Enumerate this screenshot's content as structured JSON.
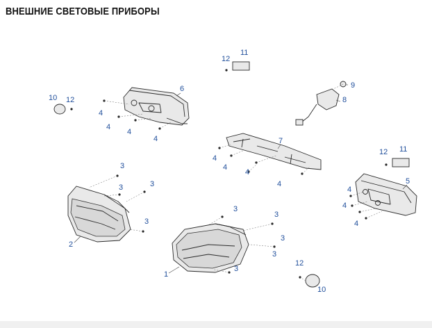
{
  "title": "ВНЕШНИЕ СВЕТОВЫЕ ПРИБОРЫ",
  "callouts": [
    "1",
    "2",
    "3",
    "3",
    "3",
    "3",
    "3",
    "3",
    "3",
    "3",
    "3",
    "4",
    "4",
    "4",
    "4",
    "4",
    "4",
    "4",
    "4",
    "4",
    "4",
    "4",
    "5",
    "6",
    "7",
    "8",
    "9",
    "10",
    "10",
    "11",
    "11",
    "12",
    "12",
    "12",
    "12"
  ]
}
